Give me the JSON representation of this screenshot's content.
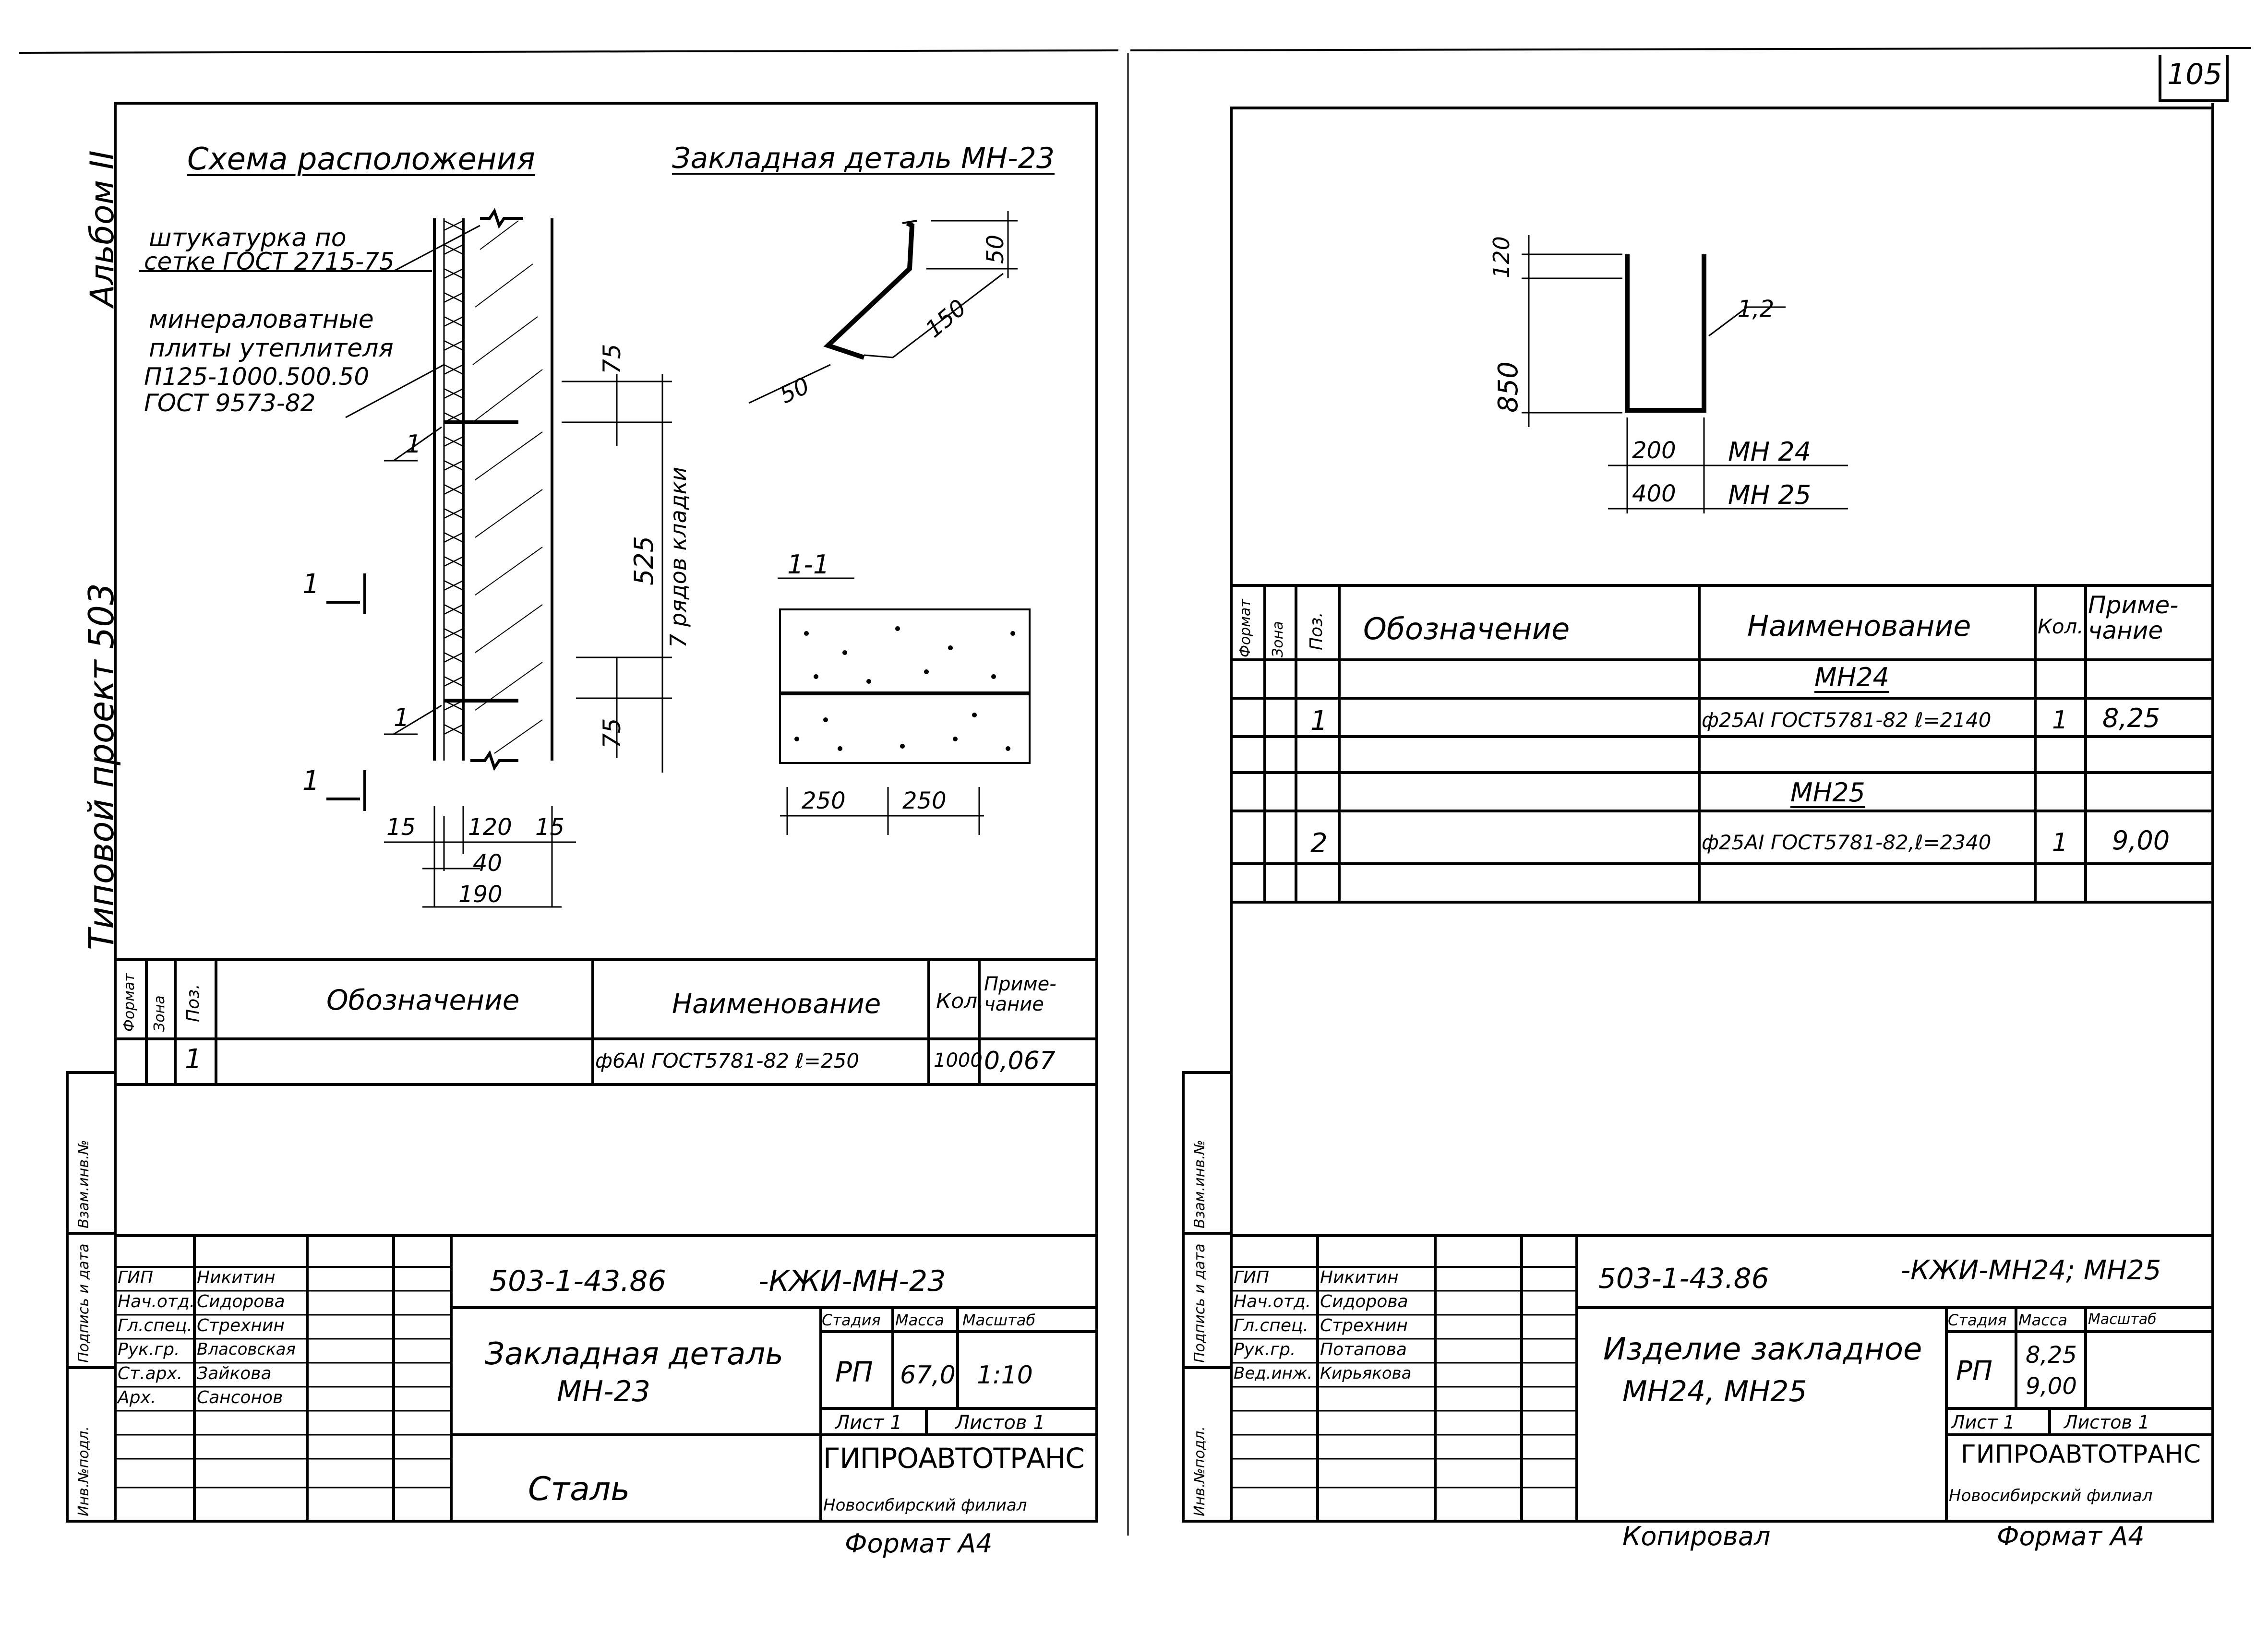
{
  "page_number": "105",
  "left_sheet": {
    "vertical_labels": {
      "album": "Альбом II",
      "project": "Типовой проект 503"
    },
    "header": {
      "scheme_title": "Схема расположения",
      "part_title": "Закладная деталь МН-23"
    },
    "callouts": {
      "plaster_l1": "штукатурка по",
      "plaster_l2": "сетке ГОСТ 2715-75",
      "insul_l1": "минераловатные",
      "insul_l2": "плиты утеплителя",
      "insul_l3": "П125-1000.500.50",
      "insul_l4": "ГОСТ 9573-82",
      "mark_1a": "1",
      "mark_1b": "1",
      "section_mark_top": "1",
      "section_mark_bottom": "1",
      "dim_75_top": "75",
      "dim_525": "525",
      "dim_rows": "7 рядов кладки",
      "dim_75_bottom": "75",
      "dim_15a": "15",
      "dim_120": "120",
      "dim_15b": "15",
      "dim_40": "40",
      "dim_190": "190",
      "det_50_top": "50",
      "det_150": "150",
      "det_50_bottom": "50",
      "section_title": "1-1",
      "sec_250a": "250",
      "sec_250b": "250"
    },
    "spec": {
      "h_format": "Формат",
      "h_zone": "Зона",
      "h_pos": "Поз.",
      "h_designation": "Обозначение",
      "h_name": "Наименование",
      "h_qty": "Кол.",
      "h_note": "Приме-чание",
      "row_pos": "1",
      "row_name": "ф6АI ГОСТ5781-82 ℓ=250",
      "row_qty": "1000",
      "row_note": "0,067"
    },
    "side_stamp": {
      "s1": "Взам.инв.№",
      "s2": "Подпись и дата",
      "s3": "Инв.№подл."
    },
    "title_block": {
      "code": "503-1-43.86",
      "code_suffix": "-КЖИ-МН-23",
      "roles": [
        "ГИП",
        "Нач.отд.",
        "Гл.спец.",
        "Рук.гр.",
        "Ст.арх.",
        "Арх."
      ],
      "names": [
        "Никитин",
        "Сидорова",
        "Стрехнин",
        "Власовская",
        "Зайкова",
        "Сансонов"
      ],
      "item_l1": "Закладная деталь",
      "item_l2": "МН-23",
      "h_stage": "Стадия",
      "h_mass": "Масса",
      "h_scale": "Масштаб",
      "stage": "РП",
      "mass": "67,0",
      "scale": "1:10",
      "sheet": "Лист 1",
      "sheets": "Листов 1",
      "material": "Сталь",
      "org": "ГИПРОАВТОТРАНС",
      "branch": "Новосибирский филиал"
    },
    "format": "Формат А4"
  },
  "right_sheet": {
    "drawing": {
      "dim_120": "120",
      "dim_850": "850",
      "dim_12": "1,2",
      "dim_200": "200",
      "mark_mn24": "МН 24",
      "dim_400": "400",
      "mark_mn25": "МН 25"
    },
    "spec": {
      "h_format": "Формат",
      "h_zone": "Зона",
      "h_pos": "Поз.",
      "h_designation": "Обозначение",
      "h_name": "Наименование",
      "h_qty": "Кол.",
      "h_note": "Приме-чание",
      "group1": "МН24",
      "row1_pos": "1",
      "row1_name": "ф25АI ГОСТ5781-82 ℓ=2140",
      "row1_qty": "1",
      "row1_note": "8,25",
      "group2": "МН25",
      "row2_pos": "2",
      "row2_name": "ф25АI ГОСТ5781-82,ℓ=2340",
      "row2_qty": "1",
      "row2_note": "9,00"
    },
    "side_stamp": {
      "s1": "Взам.инв.№",
      "s2": "Подпись и дата",
      "s3": "Инв.№подл."
    },
    "title_block": {
      "code": "503-1-43.86",
      "code_suffix": "-КЖИ-МН24; МН25",
      "roles": [
        "ГИП",
        "Нач.отд.",
        "Гл.спец.",
        "Рук.гр.",
        "Вед.инж."
      ],
      "names": [
        "Никитин",
        "Сидорова",
        "Стрехнин",
        "Потапова",
        "Кирьякова"
      ],
      "item_l1": "Изделие закладное",
      "item_l2": "МН24, МН25",
      "h_stage": "Стадия",
      "h_mass": "Масса",
      "h_scale": "Масштаб",
      "stage": "РП",
      "mass1": "8,25",
      "mass2": "9,00",
      "sheet": "Лист 1",
      "sheets": "Листов 1",
      "org": "ГИПРОАВТОТРАНС",
      "branch": "Новосибирский филиал"
    },
    "copied": "Копировал",
    "format": "Формат А4"
  }
}
